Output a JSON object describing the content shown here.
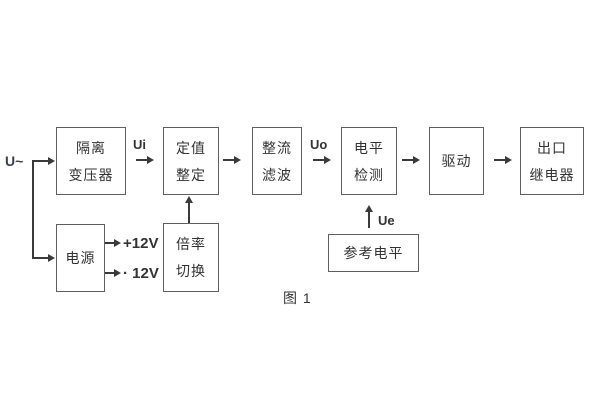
{
  "figure": {
    "caption": "图 1",
    "input_label": "U~"
  },
  "signals": {
    "ui": "Ui",
    "uo": "Uo",
    "ue": "Ue",
    "rail_pos": "+12V",
    "rail_neg": "· 12V"
  },
  "blocks": {
    "isolation_transformer": {
      "lines": [
        "隔离",
        "变压器"
      ]
    },
    "setting": {
      "lines": [
        "定值",
        "整定"
      ]
    },
    "rectifier_filter": {
      "lines": [
        "整流",
        "滤波"
      ]
    },
    "level_detection": {
      "lines": [
        "电平",
        "检测"
      ]
    },
    "driver": {
      "lines": [
        "驱动"
      ]
    },
    "output_relay": {
      "lines": [
        "出口",
        "继电器"
      ]
    },
    "power_supply": {
      "lines": [
        "电源"
      ]
    },
    "ratio_switch": {
      "lines": [
        "倍率",
        "切换"
      ]
    },
    "reference_level": {
      "lines": [
        "参考电平"
      ]
    }
  },
  "colors": {
    "background": "#ffffff",
    "box_border": "#5f5f5f",
    "connector": "#3a3a3a",
    "text": "#333333"
  }
}
